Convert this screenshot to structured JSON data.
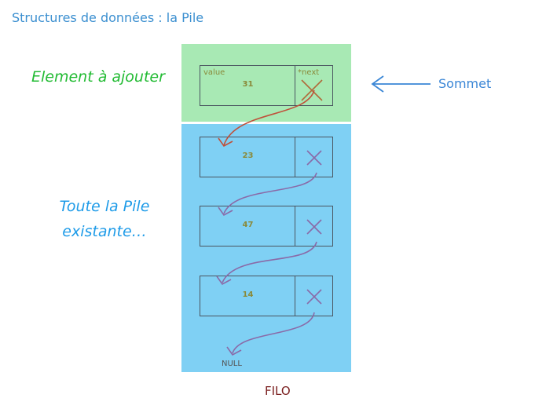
{
  "title": "Structures de données : la Pile",
  "labels": {
    "element_add": "Element à ajouter",
    "pile_line1": "Toute la Pile",
    "pile_line2": "existante…",
    "sommet": "Sommet",
    "filo": "FILO",
    "null": "NULL"
  },
  "top_node": {
    "value_label": "value",
    "next_label": "*next",
    "value": "31"
  },
  "stack_nodes": [
    {
      "value": "23"
    },
    {
      "value": "47"
    },
    {
      "value": "14"
    }
  ],
  "colors": {
    "new_element_area": "#a8e9b4",
    "stack_area": "#7fd0f4",
    "arrow": "#3a86d6",
    "link_arrow": "#8a6aa8"
  }
}
